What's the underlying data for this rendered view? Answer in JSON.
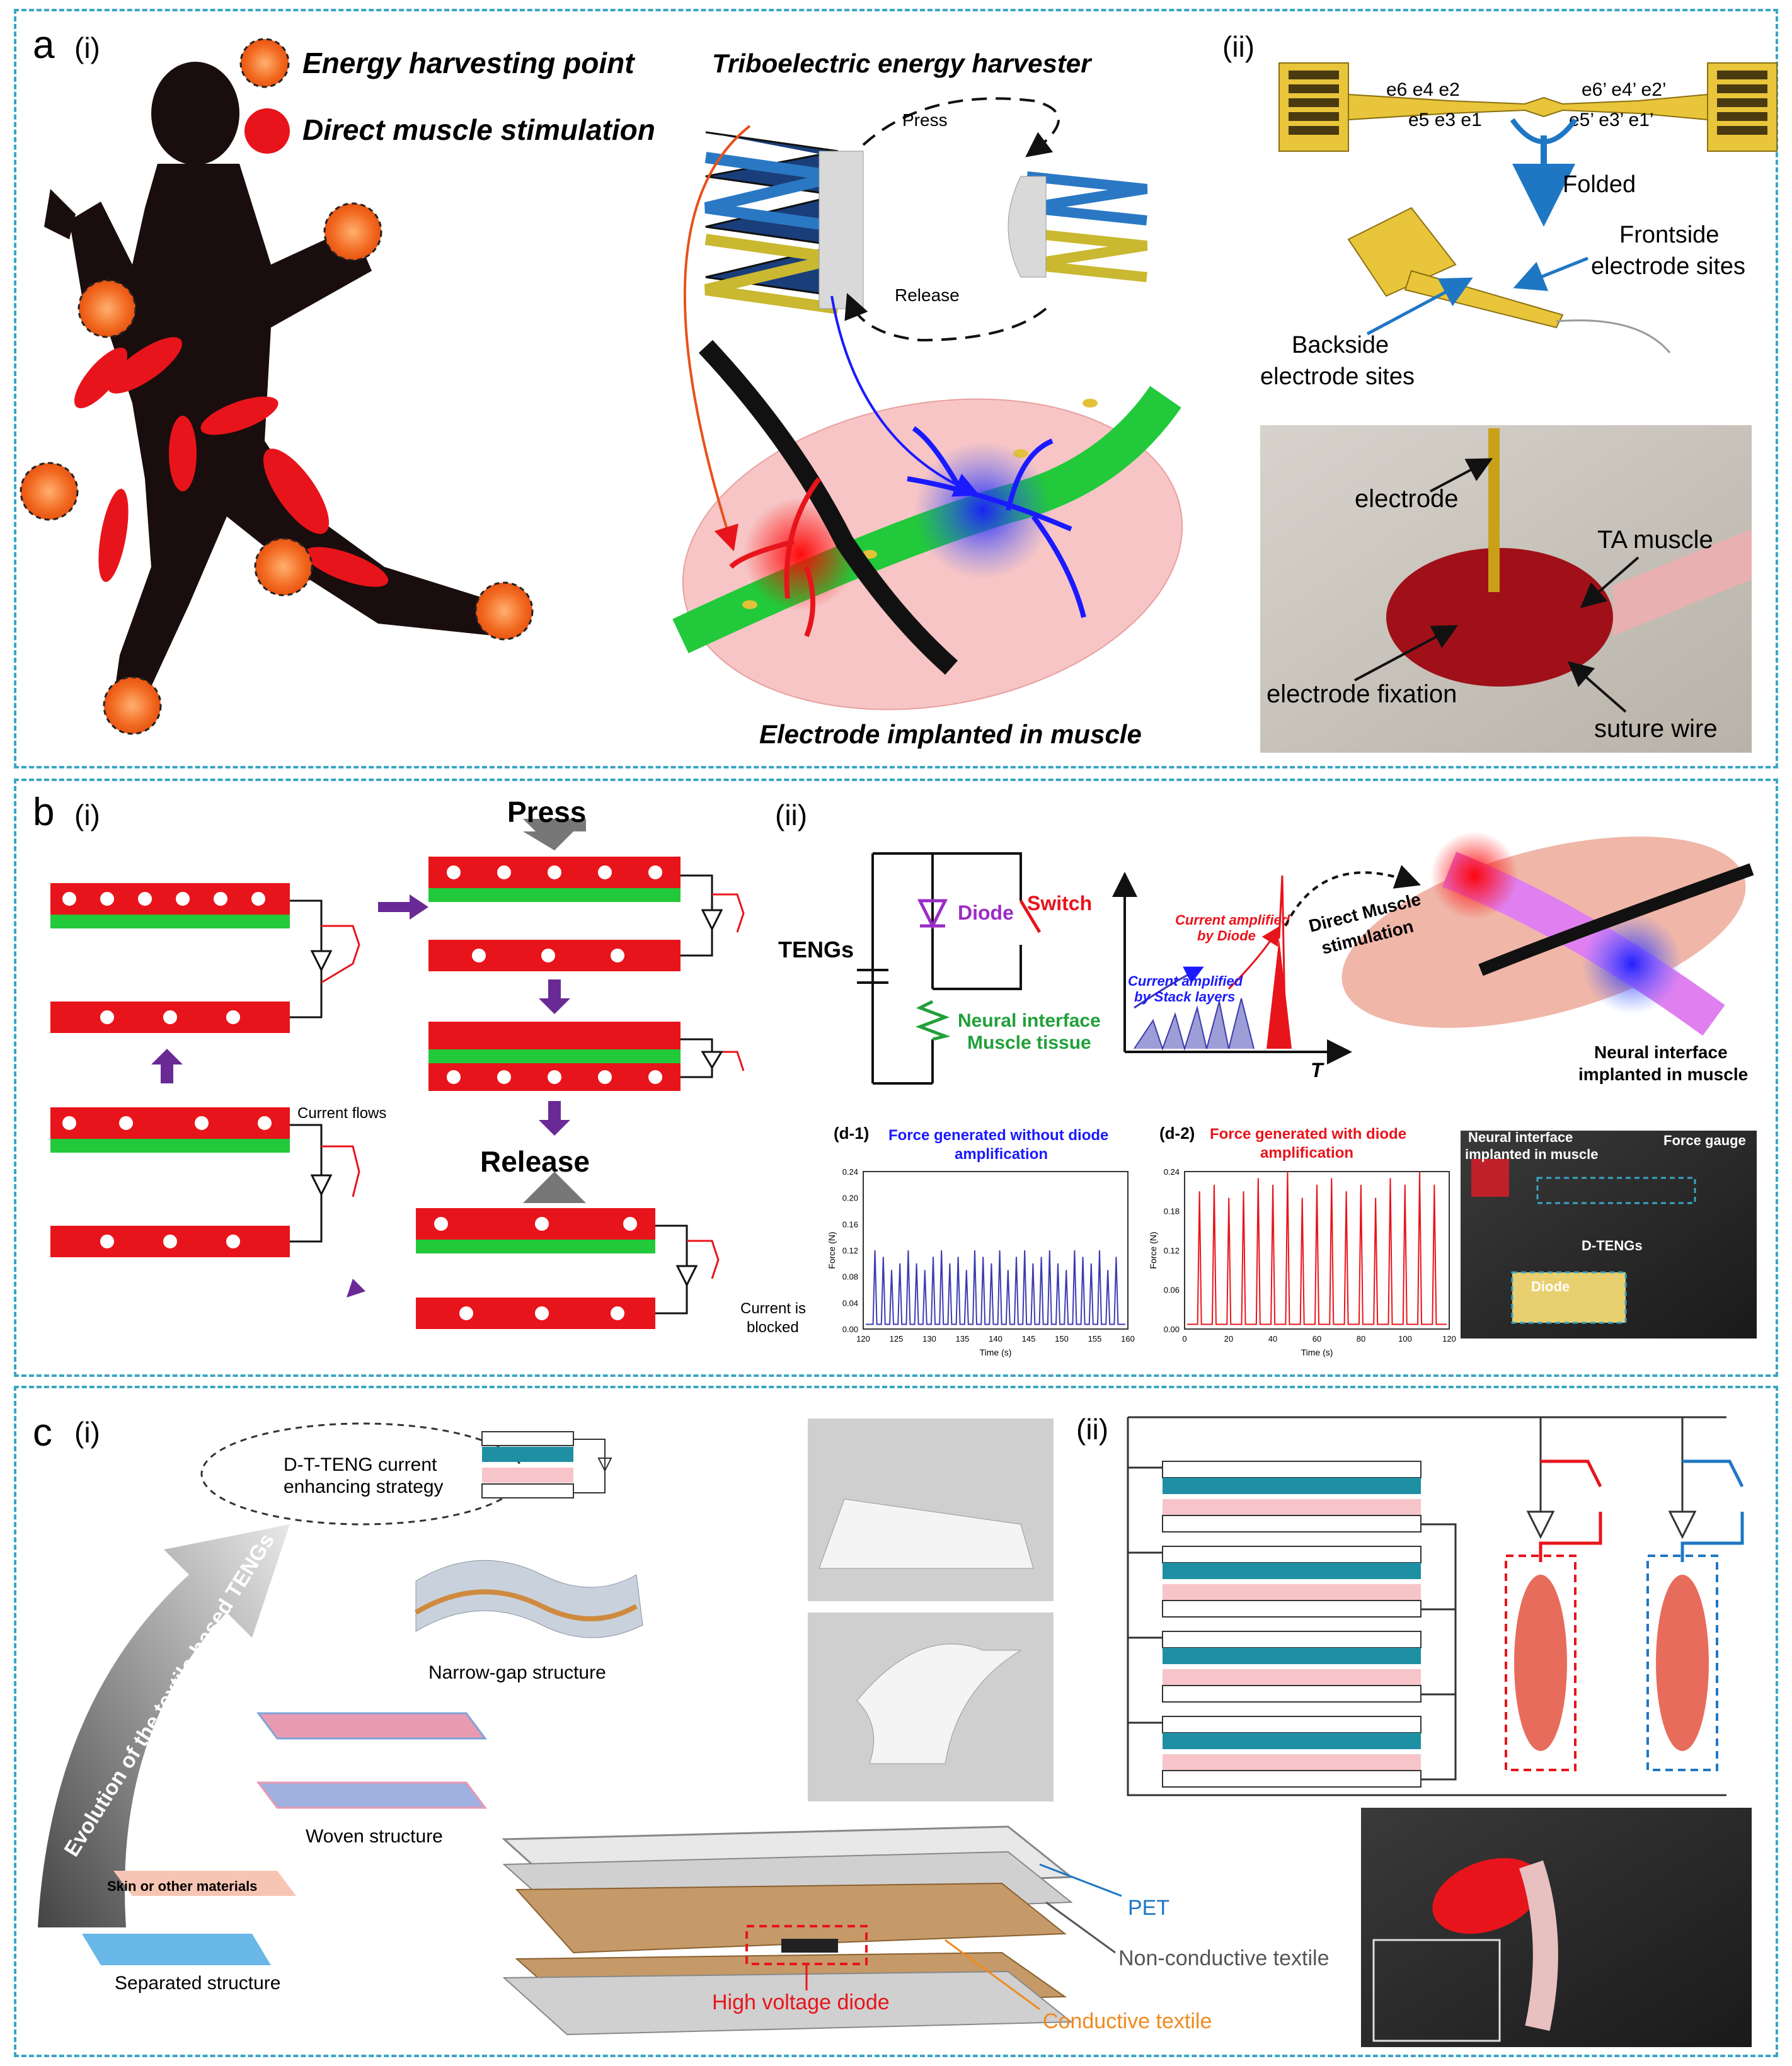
{
  "panel_a": {
    "letter": "a",
    "sub_i": "(i)",
    "sub_ii": "(ii)",
    "legend_energy": "Energy harvesting point",
    "legend_stim": "Direct muscle stimulation",
    "teng_title": "Triboelectric energy harvester",
    "press": "Press",
    "release": "Release",
    "implant_caption": "Electrode implanted in muscle",
    "electrode_labels_left_top": "e6  e4  e2",
    "electrode_labels_left_bottom": "e5  e3  e1",
    "electrode_labels_right_top": "e6’ e4’ e2’",
    "electrode_labels_right_bottom": "e5’ e3’ e1’",
    "folded": "Folded",
    "frontside_1": "Frontside",
    "frontside_2": "electrode sites",
    "backside_1": "Backside",
    "backside_2": "electrode sites",
    "photo_electrode": "electrode",
    "photo_ta": "TA muscle",
    "photo_fixation": "electrode fixation",
    "photo_suture": "suture wire"
  },
  "panel_b": {
    "letter": "b",
    "sub_i": "(i)",
    "sub_ii": "(ii)",
    "press": "Press",
    "release": "Release",
    "current_flows": "Current flows",
    "current_blocked_1": "Current is",
    "current_blocked_2": "blocked",
    "tengs": "TENGs",
    "diode": "Diode",
    "switch": "Switch",
    "neural_1": "Neural interface",
    "neural_2": "Muscle tissue",
    "amp_diode_1": "Current amplified",
    "amp_diode_2": "by Diode",
    "amp_stack_1": "Current amplified",
    "amp_stack_2": "by Stack layers",
    "t_axis": "T",
    "direct_1": "Direct Muscle",
    "direct_2": "stimulation",
    "implant_1": "Neural interface",
    "implant_2": "implanted in muscle",
    "d1_label": "(d-1)",
    "d1_title_1": "Force generated without diode",
    "d1_title_2": "amplification",
    "d2_label": "(d-2)",
    "d2_title_1": "Force generated with diode",
    "d2_title_2": "amplification",
    "force_axis": "Force (N)",
    "time_axis": "Time (s)",
    "photo_neural_1": "Neural interface",
    "photo_neural_2": "implanted in muscle",
    "photo_force_gauge": "Force gauge",
    "photo_dtengs": "D-TENGs",
    "photo_diode": "Diode"
  },
  "panel_c": {
    "letter": "c",
    "sub_i": "(i)",
    "sub_ii": "(ii)",
    "strategy_1": "D-T-TENG current",
    "strategy_2": "enhancing strategy",
    "evolution": "Evolution of the textile-based TENGs",
    "narrow": "Narrow-gap structure",
    "woven": "Woven structure",
    "skin": "Skin or other materials",
    "separated": "Separated structure",
    "pet": "PET",
    "nonconductive": "Non-conductive textile",
    "diode": "High voltage diode",
    "conductive": "Conductive textile"
  },
  "colors": {
    "border": "#3aa6c4",
    "orange": "#f26a21",
    "red": "#e8141b",
    "green": "#22c93a",
    "teal": "#1f8fa3",
    "pink": "#f7c5c9",
    "purple": "#6a2a96"
  },
  "chart_data": [
    {
      "type": "line",
      "title": "Force generated without diode amplification",
      "xlabel": "Time (s)",
      "ylabel": "Force (N)",
      "x_ticks": [
        "120",
        "125",
        "130",
        "135",
        "140",
        "145",
        "150",
        "155",
        "160"
      ],
      "y_ticks": [
        "0.00",
        "0.04",
        "0.08",
        "0.12",
        "0.16",
        "0.20",
        "0.24"
      ],
      "xlim": [
        120,
        160
      ],
      "ylim": [
        0,
        0.24
      ],
      "peak_count": 30,
      "peak_values": [
        0.12,
        0.11,
        0.09,
        0.1,
        0.12,
        0.1,
        0.09,
        0.11,
        0.12,
        0.1,
        0.11,
        0.09,
        0.12,
        0.11,
        0.1,
        0.12,
        0.09,
        0.11,
        0.12,
        0.1,
        0.11,
        0.12,
        0.1,
        0.09,
        0.12,
        0.11,
        0.1,
        0.12,
        0.09,
        0.11
      ],
      "color": "#3b3bb0"
    },
    {
      "type": "line",
      "title": "Force generated with diode amplification",
      "xlabel": "Time (s)",
      "ylabel": "Force (N)",
      "x_ticks": [
        "0",
        "20",
        "40",
        "60",
        "80",
        "100",
        "120"
      ],
      "y_ticks": [
        "0.00",
        "0.06",
        "0.12",
        "0.18",
        "0.24"
      ],
      "xlim": [
        0,
        120
      ],
      "ylim": [
        0,
        0.24
      ],
      "peak_count": 17,
      "peak_values": [
        0.21,
        0.22,
        0.2,
        0.21,
        0.23,
        0.22,
        0.24,
        0.2,
        0.22,
        0.23,
        0.21,
        0.22,
        0.2,
        0.23,
        0.22,
        0.24,
        0.22
      ],
      "color": "#e8141b"
    }
  ]
}
